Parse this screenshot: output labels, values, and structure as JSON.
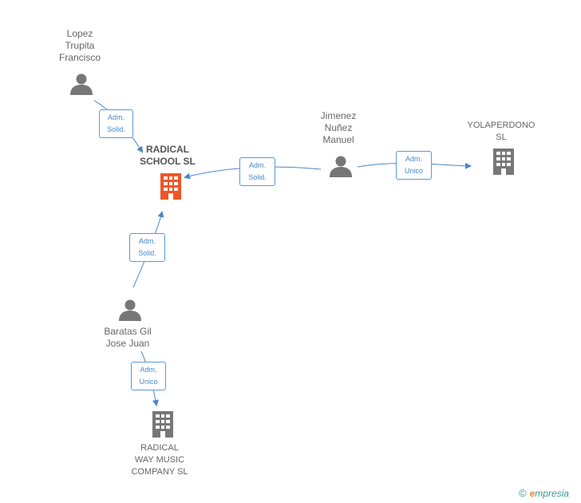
{
  "nodes": {
    "lopez": {
      "label": "Lopez\nTrupita\nFrancisco",
      "icon": "person-icon"
    },
    "jimenez": {
      "label": "Jimenez\nNuñez\nManuel",
      "icon": "person-icon"
    },
    "baratas": {
      "label": "Baratas Gil\nJose Juan",
      "icon": "person-icon"
    },
    "radical_school": {
      "label": "RADICAL\nSCHOOL SL",
      "icon": "building-icon",
      "color": "#f0552a"
    },
    "yolaperdono": {
      "label": "YOLAPERDONO\nSL",
      "icon": "building-icon",
      "color": "#777777"
    },
    "radical_way": {
      "label": "RADICAL\nWAY MUSIC\nCOMPANY SL",
      "icon": "building-icon",
      "color": "#777777"
    }
  },
  "relations": {
    "lopez_school": "Adm.\nSolid.",
    "jimenez_school": "Adm.\nSolid.",
    "jimenez_yola": "Adm.\nUnico",
    "baratas_school": "Adm.\nSolid.",
    "baratas_way": "Adm.\nUnico"
  },
  "colors": {
    "edge": "#4a87c8",
    "person": "#777777"
  },
  "brand": {
    "copyright": "©",
    "first_letter": "e",
    "name": "mpresia"
  }
}
